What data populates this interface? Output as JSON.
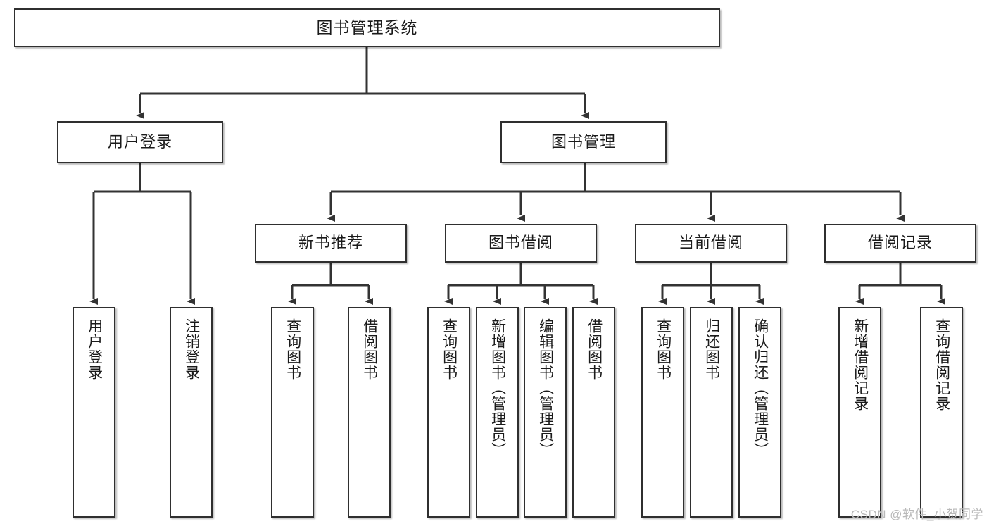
{
  "diagram": {
    "title": "图书管理系统",
    "type": "tree-hierarchy-chart",
    "root": {
      "label": "图书管理系统"
    },
    "level2": [
      {
        "label": "用户登录"
      },
      {
        "label": "图书管理"
      }
    ],
    "level3": [
      {
        "label": "新书推荐"
      },
      {
        "label": "图书借阅"
      },
      {
        "label": "当前借阅"
      },
      {
        "label": "借阅记录"
      }
    ],
    "leaves": {
      "user_login": [
        {
          "label": "用户登录"
        },
        {
          "label": "注销登录"
        }
      ],
      "new_book_recommend": [
        {
          "label": "查询图书"
        },
        {
          "label": "借阅图书"
        }
      ],
      "book_borrow": [
        {
          "label": "查询图书"
        },
        {
          "label": "新增图书（管理员）"
        },
        {
          "label": "编辑图书（管理员）"
        },
        {
          "label": "借阅图书"
        }
      ],
      "current_borrow": [
        {
          "label": "查询图书"
        },
        {
          "label": "归还图书"
        },
        {
          "label": "确认归还（管理员）"
        }
      ],
      "borrow_record": [
        {
          "label": "新增借阅记录"
        },
        {
          "label": "查询借阅记录"
        }
      ]
    }
  },
  "watermark": {
    "text": "CSDN @软件_小贺同学"
  },
  "colors": {
    "background": "#ffffff",
    "box_border": "#2f2f2f",
    "box_fill": "#ffffff",
    "connector": "#333333",
    "text": "#1a1a1a",
    "watermark": "#b9b9b9"
  }
}
